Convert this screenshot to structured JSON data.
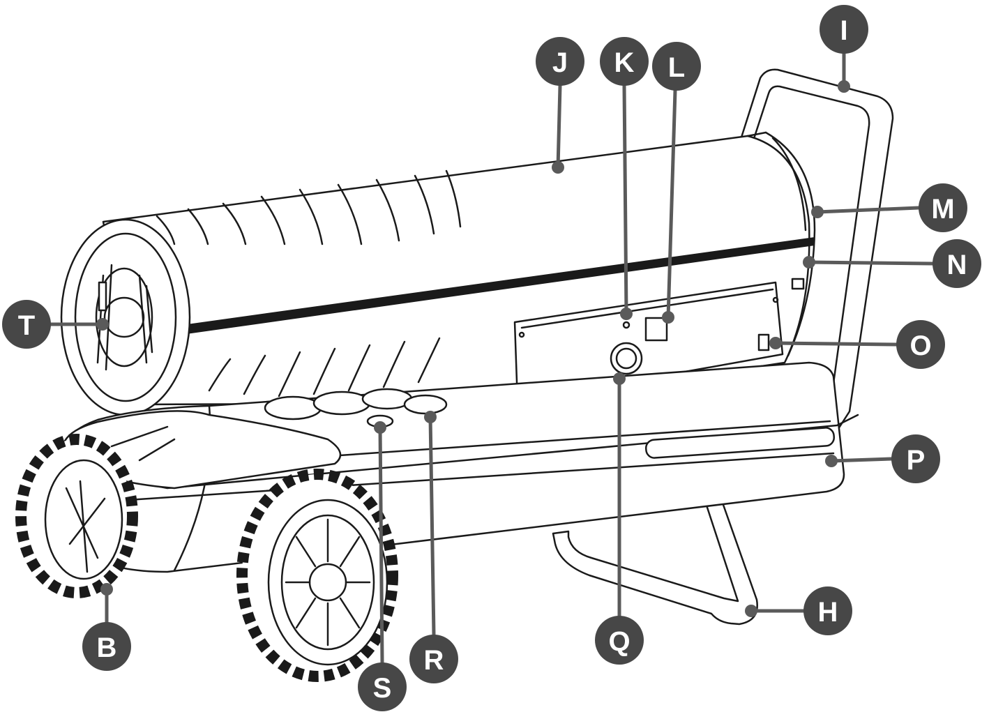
{
  "callouts": [
    {
      "letter": "B"
    },
    {
      "letter": "H"
    },
    {
      "letter": "I"
    },
    {
      "letter": "J"
    },
    {
      "letter": "K"
    },
    {
      "letter": "L"
    },
    {
      "letter": "M"
    },
    {
      "letter": "N"
    },
    {
      "letter": "O"
    },
    {
      "letter": "P"
    },
    {
      "letter": "Q"
    },
    {
      "letter": "R"
    },
    {
      "letter": "S"
    },
    {
      "letter": "T"
    }
  ],
  "colors": {
    "line_art": "#1a1a1a",
    "callout_badge": "#474747",
    "leader_line": "#5a5a5a",
    "callout_text": "#ffffff"
  }
}
